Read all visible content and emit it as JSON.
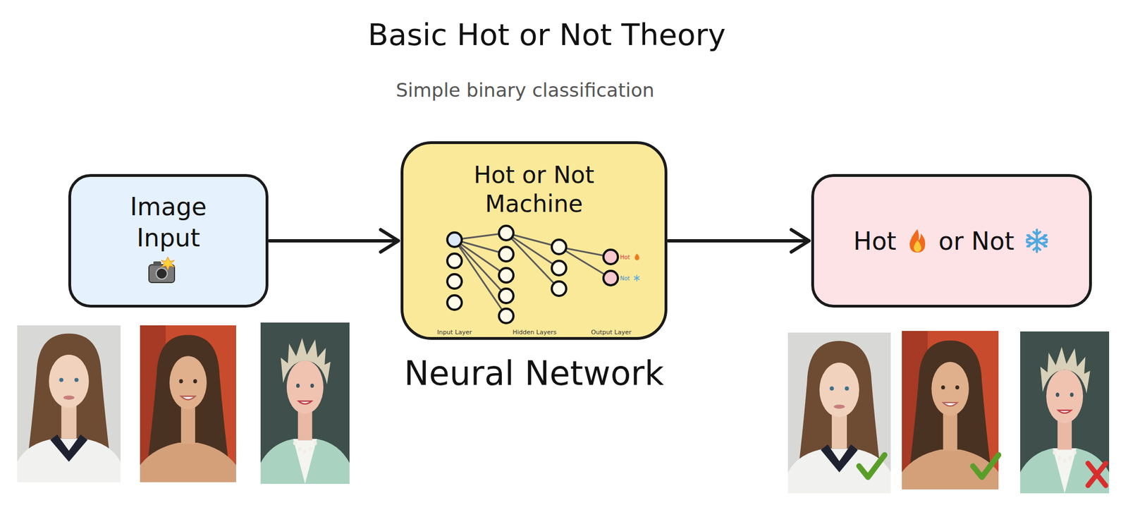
{
  "diagram": {
    "title": "Basic Hot or Not Theory",
    "nodes": [
      {
        "text": [
          "Image Input"
        ]
      },
      {
        "text": [
          "Hot or Not Machine",
          "Neural Network"
        ]
      },
      {
        "text": [
          "Hot",
          "or Not"
        ]
      }
    ],
    "edges": [
      {
        "from": 0,
        "to": 1,
        "arrow": "to"
      },
      {
        "from": 1,
        "to": 2,
        "arrow": "to"
      }
    ],
    "labels": [
      "Simple binary classification",
      "Input Layer",
      "Hidden Layers",
      "Output Layer",
      "Hot",
      "Not"
    ]
  }
}
